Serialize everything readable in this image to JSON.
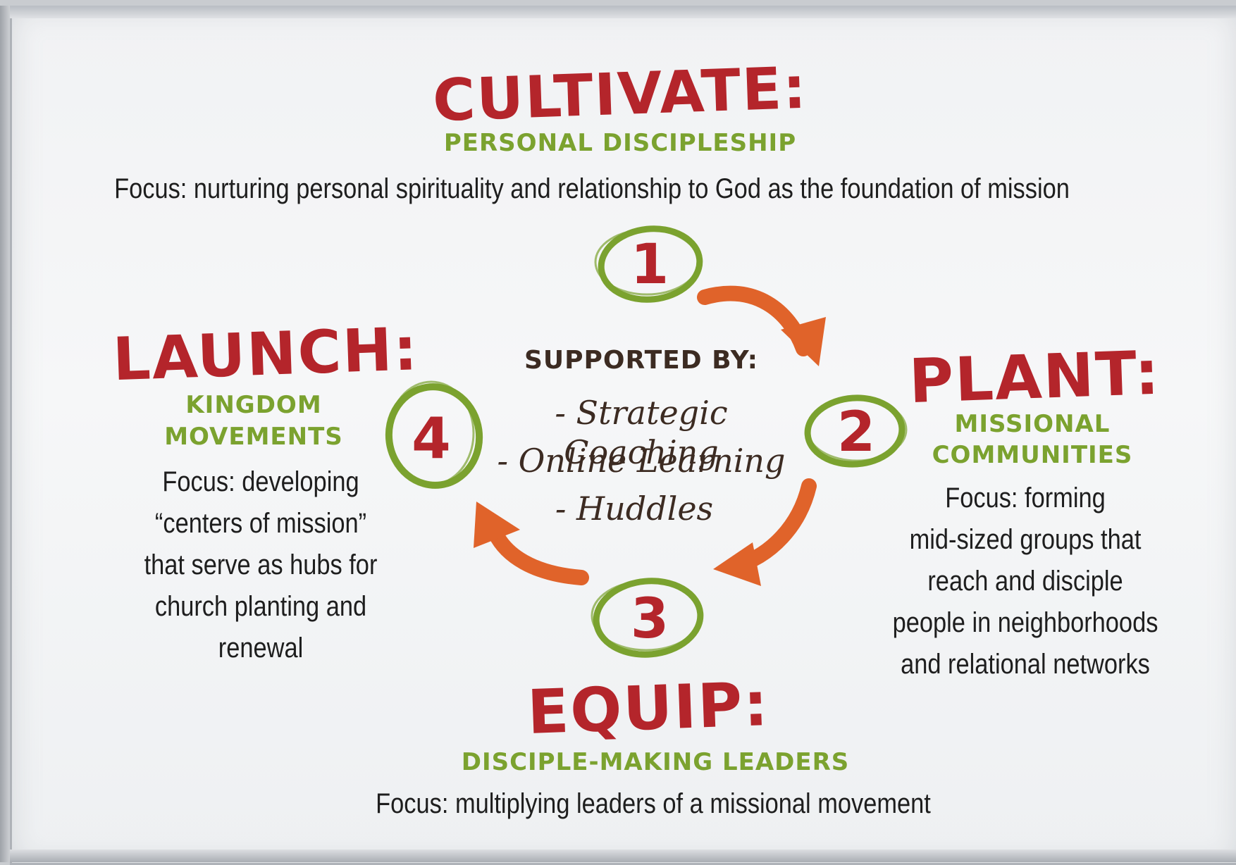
{
  "cultivate": {
    "title": "CULTIVATE:",
    "subtitle": "PERSONAL DISCIPLESHIP",
    "focus": "Focus: nurturing personal spirituality and relationship to God as the foundation of mission"
  },
  "plant": {
    "title": "PLANT:",
    "subtitle_line1": "MISSIONAL",
    "subtitle_line2": "COMMUNITIES",
    "focus_lines": [
      "Focus: forming",
      "mid-sized groups that",
      "reach and disciple",
      "people in neighborhoods",
      "and relational networks"
    ]
  },
  "equip": {
    "title": "EQUIP:",
    "subtitle": "DISCIPLE-MAKING LEADERS",
    "focus": "Focus: multiplying leaders of a missional movement"
  },
  "launch": {
    "title": "LAUNCH:",
    "subtitle_line1": "KINGDOM",
    "subtitle_line2": "MOVEMENTS",
    "focus_lines": [
      "Focus: developing",
      "“centers of mission”",
      "that serve as hubs for",
      "church planting and",
      "renewal"
    ]
  },
  "center": {
    "heading": "SUPPORTED BY:",
    "items": [
      "- Strategic Coaching",
      "- Online Learning",
      "- Huddles"
    ]
  },
  "steps": [
    "1",
    "2",
    "3",
    "4"
  ],
  "colors": {
    "red": "#b4252b",
    "green": "#7ba22f",
    "orange": "#e0632a",
    "brown": "#3c2b22"
  }
}
